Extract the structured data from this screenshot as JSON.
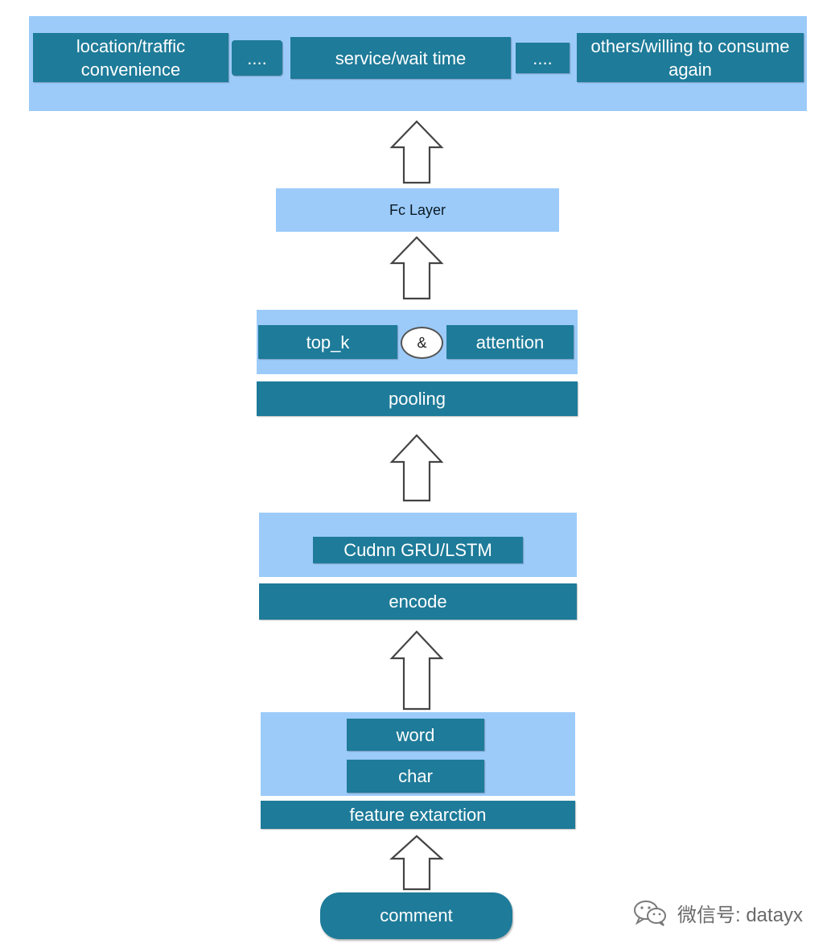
{
  "outputs": {
    "items": [
      "location/traffic convenience",
      "....",
      "service/wait time",
      "....",
      "others/willing to consume again"
    ]
  },
  "fc_layer": {
    "label": "Fc Layer"
  },
  "pooling": {
    "top_k": "top_k",
    "amp": "&",
    "attention": "attention",
    "label": "pooling"
  },
  "encode": {
    "inner": "Cudnn GRU/LSTM",
    "label": "encode"
  },
  "features": {
    "word": "word",
    "char": "char",
    "label": "feature extarction"
  },
  "input": {
    "label": "comment"
  },
  "watermark": {
    "text": "微信号: datayx",
    "icon": "wechat-icon"
  },
  "colors": {
    "light_panel": "#9ccbfa",
    "dark_box": "#1e7b99",
    "arrow_stroke": "#444444"
  }
}
